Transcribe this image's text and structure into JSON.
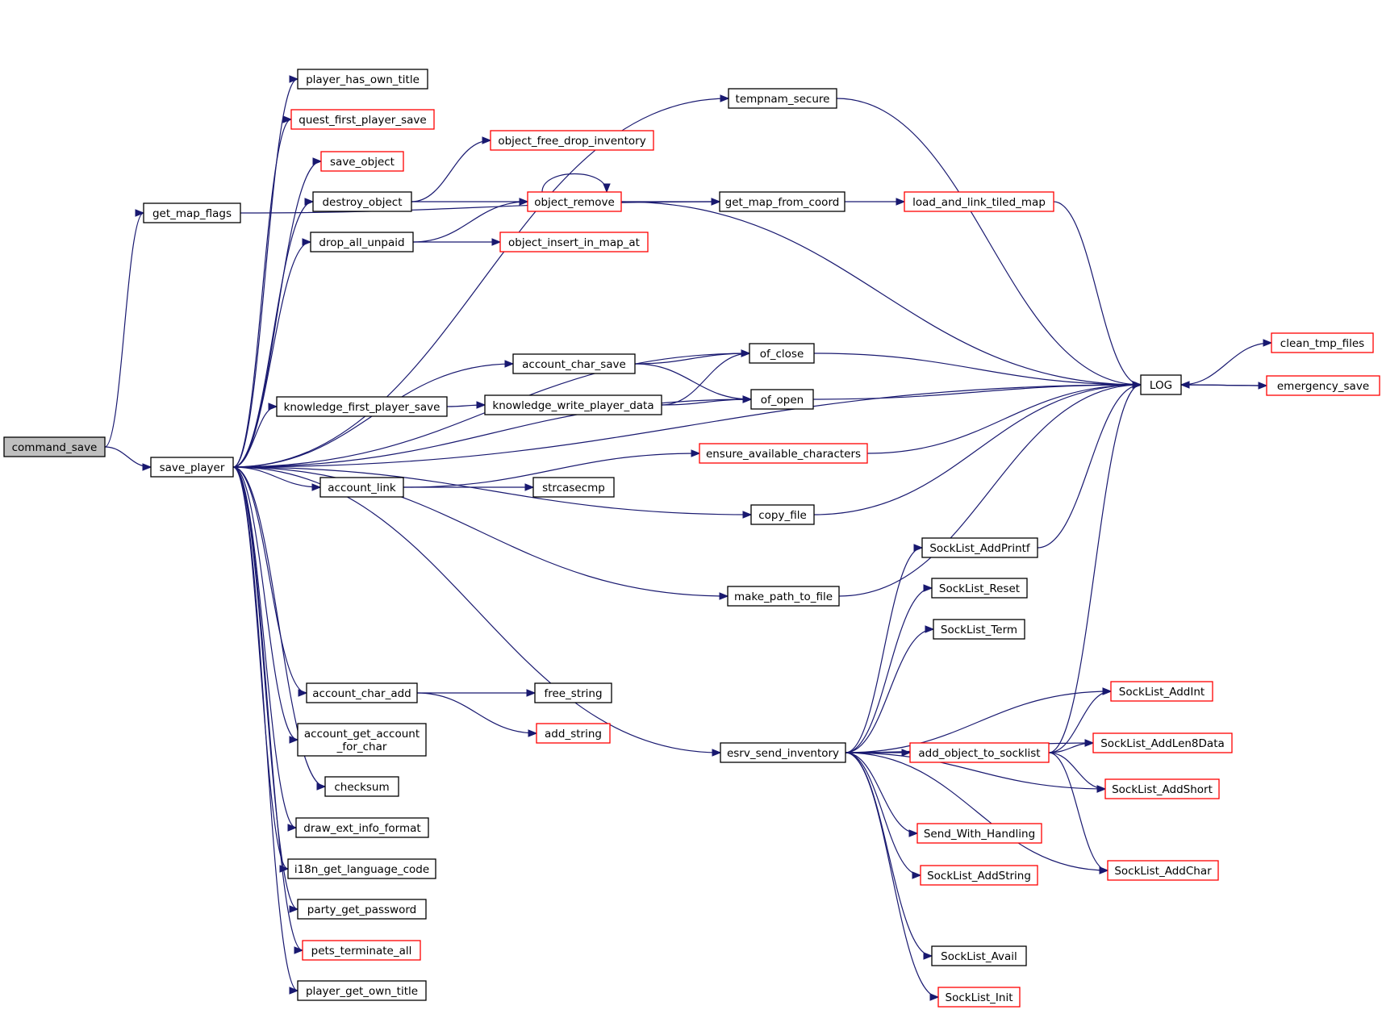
{
  "graph": {
    "type": "call-graph",
    "root": "command_save",
    "colors": {
      "edge": "#191970",
      "root_fill": "#bfbfbf",
      "border_default": "#000000",
      "border_truncated": "#ff0000"
    },
    "nodes": [
      {
        "id": "command_save",
        "label": "command_save",
        "style": "root"
      },
      {
        "id": "get_map_flags",
        "label": "get_map_flags",
        "style": "black"
      },
      {
        "id": "save_player",
        "label": "save_player",
        "style": "black"
      },
      {
        "id": "player_has_own_title",
        "label": "player_has_own_title",
        "style": "black"
      },
      {
        "id": "quest_first_player_save",
        "label": "quest_first_player_save",
        "style": "red"
      },
      {
        "id": "save_object",
        "label": "save_object",
        "style": "red"
      },
      {
        "id": "destroy_object",
        "label": "destroy_object",
        "style": "black"
      },
      {
        "id": "drop_all_unpaid",
        "label": "drop_all_unpaid",
        "style": "black"
      },
      {
        "id": "knowledge_first_player_save",
        "label": "knowledge_first_player_save",
        "style": "black"
      },
      {
        "id": "account_link",
        "label": "account_link",
        "style": "black"
      },
      {
        "id": "account_char_add",
        "label": "account_char_add",
        "style": "black"
      },
      {
        "id": "account_get_account_for_char",
        "label": [
          "account_get_account",
          "_for_char"
        ],
        "style": "black"
      },
      {
        "id": "checksum",
        "label": "checksum",
        "style": "black"
      },
      {
        "id": "draw_ext_info_format",
        "label": "draw_ext_info_format",
        "style": "black"
      },
      {
        "id": "i18n_get_language_code",
        "label": "i18n_get_language_code",
        "style": "black"
      },
      {
        "id": "party_get_password",
        "label": "party_get_password",
        "style": "black"
      },
      {
        "id": "pets_terminate_all",
        "label": "pets_terminate_all",
        "style": "red"
      },
      {
        "id": "player_get_own_title",
        "label": "player_get_own_title",
        "style": "black"
      },
      {
        "id": "object_free_drop_inventory",
        "label": "object_free_drop_inventory",
        "style": "red"
      },
      {
        "id": "object_remove",
        "label": "object_remove",
        "style": "red"
      },
      {
        "id": "object_insert_in_map_at",
        "label": "object_insert_in_map_at",
        "style": "red"
      },
      {
        "id": "account_char_save",
        "label": "account_char_save",
        "style": "black"
      },
      {
        "id": "knowledge_write_player_data",
        "label": "knowledge_write_player_data",
        "style": "black"
      },
      {
        "id": "strcasecmp",
        "label": "strcasecmp",
        "style": "black"
      },
      {
        "id": "free_string",
        "label": "free_string",
        "style": "black"
      },
      {
        "id": "add_string",
        "label": "add_string",
        "style": "red"
      },
      {
        "id": "tempnam_secure",
        "label": "tempnam_secure",
        "style": "black"
      },
      {
        "id": "get_map_from_coord",
        "label": "get_map_from_coord",
        "style": "black"
      },
      {
        "id": "of_close",
        "label": "of_close",
        "style": "black"
      },
      {
        "id": "of_open",
        "label": "of_open",
        "style": "black"
      },
      {
        "id": "ensure_available_characters",
        "label": "ensure_available_characters",
        "style": "red"
      },
      {
        "id": "copy_file",
        "label": "copy_file",
        "style": "black"
      },
      {
        "id": "make_path_to_file",
        "label": "make_path_to_file",
        "style": "black"
      },
      {
        "id": "esrv_send_inventory",
        "label": "esrv_send_inventory",
        "style": "black"
      },
      {
        "id": "load_and_link_tiled_map",
        "label": "load_and_link_tiled_map",
        "style": "red"
      },
      {
        "id": "SockList_AddPrintf",
        "label": "SockList_AddPrintf",
        "style": "black"
      },
      {
        "id": "SockList_Reset",
        "label": "SockList_Reset",
        "style": "black"
      },
      {
        "id": "SockList_Term",
        "label": "SockList_Term",
        "style": "black"
      },
      {
        "id": "add_object_to_socklist",
        "label": "add_object_to_socklist",
        "style": "red"
      },
      {
        "id": "Send_With_Handling",
        "label": "Send_With_Handling",
        "style": "red"
      },
      {
        "id": "SockList_AddString",
        "label": "SockList_AddString",
        "style": "red"
      },
      {
        "id": "SockList_Avail",
        "label": "SockList_Avail",
        "style": "black"
      },
      {
        "id": "SockList_Init",
        "label": "SockList_Init",
        "style": "red"
      },
      {
        "id": "LOG",
        "label": "LOG",
        "style": "black"
      },
      {
        "id": "SockList_AddInt",
        "label": "SockList_AddInt",
        "style": "red"
      },
      {
        "id": "SockList_AddLen8Data",
        "label": "SockList_AddLen8Data",
        "style": "red"
      },
      {
        "id": "SockList_AddShort",
        "label": "SockList_AddShort",
        "style": "red"
      },
      {
        "id": "SockList_AddChar",
        "label": "SockList_AddChar",
        "style": "red"
      },
      {
        "id": "clean_tmp_files",
        "label": "clean_tmp_files",
        "style": "red"
      },
      {
        "id": "emergency_save",
        "label": "emergency_save",
        "style": "red"
      }
    ],
    "edges": [
      [
        "command_save",
        "get_map_flags"
      ],
      [
        "command_save",
        "save_player"
      ],
      [
        "get_map_flags",
        "get_map_from_coord"
      ],
      [
        "save_player",
        "tempnam_secure"
      ],
      [
        "save_player",
        "player_has_own_title"
      ],
      [
        "save_player",
        "quest_first_player_save"
      ],
      [
        "save_player",
        "save_object"
      ],
      [
        "save_player",
        "destroy_object"
      ],
      [
        "save_player",
        "drop_all_unpaid"
      ],
      [
        "save_player",
        "LOG"
      ],
      [
        "save_player",
        "of_close"
      ],
      [
        "save_player",
        "account_char_save"
      ],
      [
        "save_player",
        "knowledge_first_player_save"
      ],
      [
        "save_player",
        "of_open"
      ],
      [
        "save_player",
        "account_link"
      ],
      [
        "save_player",
        "copy_file"
      ],
      [
        "save_player",
        "make_path_to_file"
      ],
      [
        "save_player",
        "esrv_send_inventory"
      ],
      [
        "save_player",
        "account_char_add"
      ],
      [
        "save_player",
        "account_get_account_for_char"
      ],
      [
        "save_player",
        "checksum"
      ],
      [
        "save_player",
        "draw_ext_info_format"
      ],
      [
        "save_player",
        "i18n_get_language_code"
      ],
      [
        "save_player",
        "party_get_password"
      ],
      [
        "save_player",
        "pets_terminate_all"
      ],
      [
        "save_player",
        "player_get_own_title"
      ],
      [
        "destroy_object",
        "object_free_drop_inventory"
      ],
      [
        "destroy_object",
        "object_remove"
      ],
      [
        "drop_all_unpaid",
        "object_remove"
      ],
      [
        "drop_all_unpaid",
        "object_insert_in_map_at"
      ],
      [
        "object_remove",
        "object_remove"
      ],
      [
        "object_remove",
        "get_map_from_coord"
      ],
      [
        "object_remove",
        "LOG"
      ],
      [
        "get_map_from_coord",
        "load_and_link_tiled_map"
      ],
      [
        "load_and_link_tiled_map",
        "LOG"
      ],
      [
        "tempnam_secure",
        "LOG"
      ],
      [
        "account_char_save",
        "of_close"
      ],
      [
        "account_char_save",
        "of_open"
      ],
      [
        "knowledge_first_player_save",
        "knowledge_write_player_data"
      ],
      [
        "knowledge_write_player_data",
        "of_close"
      ],
      [
        "knowledge_write_player_data",
        "of_open"
      ],
      [
        "of_close",
        "LOG"
      ],
      [
        "of_open",
        "LOG"
      ],
      [
        "account_link",
        "strcasecmp"
      ],
      [
        "account_link",
        "ensure_available_characters"
      ],
      [
        "ensure_available_characters",
        "LOG"
      ],
      [
        "copy_file",
        "LOG"
      ],
      [
        "make_path_to_file",
        "LOG"
      ],
      [
        "account_char_add",
        "free_string"
      ],
      [
        "account_char_add",
        "add_string"
      ],
      [
        "esrv_send_inventory",
        "SockList_AddPrintf"
      ],
      [
        "esrv_send_inventory",
        "SockList_Reset"
      ],
      [
        "esrv_send_inventory",
        "SockList_Term"
      ],
      [
        "esrv_send_inventory",
        "SockList_AddInt"
      ],
      [
        "esrv_send_inventory",
        "SockList_AddLen8Data"
      ],
      [
        "esrv_send_inventory",
        "add_object_to_socklist"
      ],
      [
        "esrv_send_inventory",
        "SockList_AddShort"
      ],
      [
        "esrv_send_inventory",
        "Send_With_Handling"
      ],
      [
        "esrv_send_inventory",
        "SockList_AddString"
      ],
      [
        "esrv_send_inventory",
        "SockList_AddChar"
      ],
      [
        "esrv_send_inventory",
        "SockList_Avail"
      ],
      [
        "esrv_send_inventory",
        "SockList_Init"
      ],
      [
        "SockList_AddPrintf",
        "LOG"
      ],
      [
        "add_object_to_socklist",
        "LOG"
      ],
      [
        "add_object_to_socklist",
        "SockList_AddInt"
      ],
      [
        "add_object_to_socklist",
        "SockList_AddLen8Data"
      ],
      [
        "add_object_to_socklist",
        "SockList_AddShort"
      ],
      [
        "add_object_to_socklist",
        "SockList_AddChar"
      ],
      [
        "LOG",
        "clean_tmp_files"
      ],
      [
        "LOG",
        "emergency_save"
      ],
      [
        "emergency_save",
        "LOG"
      ]
    ]
  }
}
